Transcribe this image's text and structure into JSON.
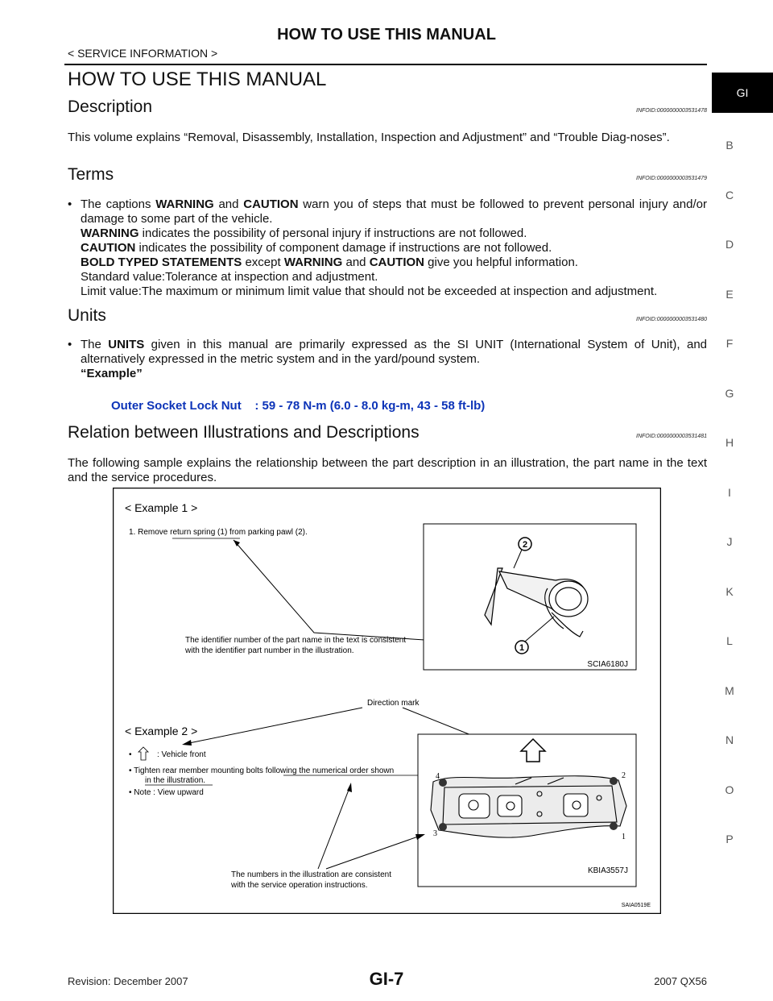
{
  "header": {
    "title": "HOW TO USE THIS MANUAL",
    "breadcrumb": "< SERVICE INFORMATION >"
  },
  "page_title": "HOW TO USE THIS MANUAL",
  "sections": {
    "description": {
      "title": "Description",
      "infoid": "INFOID:0000000003531478",
      "text": "This volume explains “Removal, Disassembly, Installation, Inspection and  Adjustment” and “Trouble Diag-noses”."
    },
    "terms": {
      "title": "Terms",
      "infoid": "INFOID:0000000003531479",
      "bullet": "•",
      "l1_a": "The captions ",
      "warning": "WARNING",
      "and": " and ",
      "caution": "CAUTION",
      "l1_b": " warn you of steps that must be followed to prevent personal injury and/or damage to some part of the vehicle.",
      "l2": " indicates the possibility of personal injury if instructions are not followed.",
      "l3": " indicates the possibility of component damage if instructions are not followed.",
      "bold_typed": "BOLD TYPED STATEMENTS",
      "except": " except ",
      "l4_end": " give you helpful information.",
      "standard": "Standard value:Tolerance at inspection and adjustment.",
      "limit": "Limit value:The maximum or minimum limit value that should not be exceeded at inspection and adjustment."
    },
    "units": {
      "title": "Units",
      "infoid": "INFOID:0000000003531480",
      "l1_a": "The ",
      "units_bold": "UNITS",
      "l1_b": " given in this manual are primarily expressed as the SI UNIT (International System of Unit), and alternatively expressed in the metric system and in the yard/pound system.",
      "example": "“Example”",
      "spec_label": "Outer Socket Lock Nut",
      "spec_value": ": 59 - 78 N-m (6.0 - 8.0 kg-m, 43 - 58 ft-lb)"
    },
    "relation": {
      "title": "Relation between Illustrations and Descriptions",
      "infoid": "INFOID:0000000003531481",
      "text": "The following sample explains the relationship between the part description in an illustration, the part name in the text and the service procedures."
    }
  },
  "figure": {
    "example1": "Example 1",
    "ex1_step": "1.  Remove return spring (1) from parking pawl (2).",
    "ex1_callout_l1": "The identifier number of the part name in the text is consistent",
    "ex1_callout_l2": "with the identifier part number in the illustration.",
    "ex1_fig_code": "SCIA6180J",
    "num1": "1",
    "num2": "2",
    "direction_mark": "Direction mark",
    "example2": "Example 2",
    "ex2_b1": ":  Vehicle front",
    "ex2_b2_l1": "• Tighten rear member mounting bolts following the numerical order shown",
    "ex2_b2_l2": "in the illustration.",
    "ex2_b3": "• Note   :  View upward",
    "ex2_callout_l1": "The numbers in the illustration are consistent",
    "ex2_callout_l2": "with the service operation instructions.",
    "ex2_fig_code": "KBIA3557J",
    "bolt_1": "1",
    "bolt_2": "2",
    "bolt_3": "3",
    "bolt_4": "4",
    "figure_code": "SAIA0519E"
  },
  "sidebar": {
    "active": "GI",
    "tabs": [
      "B",
      "C",
      "D",
      "E",
      "F",
      "G",
      "H",
      "I",
      "J",
      "K",
      "L",
      "M",
      "N",
      "O",
      "P"
    ]
  },
  "footer": {
    "revision": "Revision: December 2007",
    "page": "GI-7",
    "model": "2007 QX56"
  }
}
